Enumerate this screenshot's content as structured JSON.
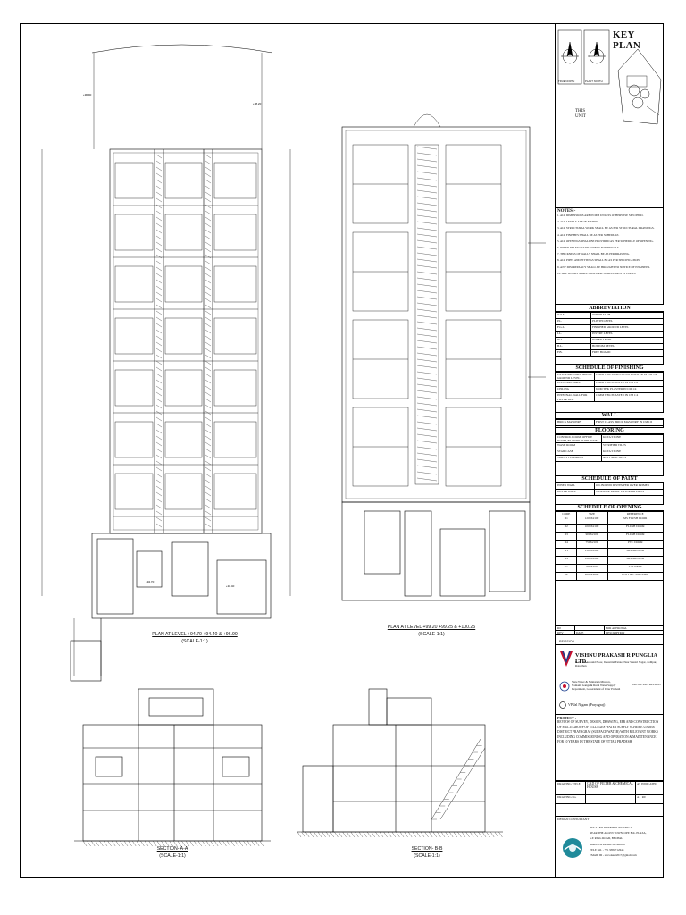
{
  "key_plan": {
    "title": "KEY PLAN",
    "true_north": "TRUE NORTH",
    "plant_north": "PLANT NORTH",
    "this_unit": "THIS UNIT"
  },
  "notes": {
    "heading": "NOTES:-",
    "lines": [
      "1. ALL DIMENSIONS ARE IN MM UNLESS OTHERWISE SPECIFIED.",
      "2. ALL LEVELS ARE IN METERS.",
      "3. ALL STRUCTURAL WORK SHALL BE AS PER STRUCTURAL DRAWINGS.",
      "4. ALL FINISHES SHALL BE AS PER SCHEDULE.",
      "5. ALL OPENINGS SHALL BE PROVIDED AS PER SCHEDULE OF OPENING.",
      "6. REFER RELEVANT DRAWINGS FOR DETAILS.",
      "7. THICKNESS OF WALLS SHALL BE AS PER DRAWING.",
      "8. ALL PIPES AND FITTINGS SHALL BE AS PER SPECIFICATION.",
      "9. ANY DISCREPANCY SHALL BE BROUGHT TO NOTICE OF ENGINEER.",
      "10. ALL WORKS SHALL CONFORM TO RELEVANT IS CODES."
    ]
  },
  "abbreviation": {
    "heading": "ABBREVIATION",
    "rows": [
      [
        "T.O.S",
        "TOP OF SLAB"
      ],
      [
        "P.L.",
        "PLINTH LEVEL"
      ],
      [
        "F.G.L.",
        "FINISHED GROUND LEVEL"
      ],
      [
        "I.L.",
        "INVERT LEVEL"
      ],
      [
        "W.L.",
        "WATER LEVEL"
      ],
      [
        "B.L.",
        "BOTTOM LEVEL"
      ],
      [
        "F.B.",
        "FREE BOARD"
      ]
    ]
  },
  "finishing": {
    "heading": "SCHEDULE OF FINISHING",
    "rows": [
      [
        "EXTERNAL WALL ABOVE GROUND LEVEL",
        "12MM THK SAND FACED PLASTER IN CM 1:4"
      ],
      [
        "INTERNAL WALL",
        "12MM THK PLASTER IN CM 1:6"
      ],
      [
        "CEILING",
        "6MM THK PLASTER IN CM 1:4"
      ],
      [
        "INTERNAL WALL FOR FILTER BED",
        "15MM THK PLASTER IN CM 1:4"
      ]
    ]
  },
  "wall": {
    "heading": "WALL",
    "rows": [
      [
        "BRICK MASONRY",
        "FIRST CLASS BRICK MASONRY IN CM 1:6"
      ]
    ]
  },
  "flooring": {
    "heading": "FLOORING",
    "rows": [
      [
        "CONTROL ROOM, OFFICE ROOM, BLOWER PUMP ROOM",
        "KOTA STONE"
      ],
      [
        "WASH ROOM",
        "VITRIFIED TILES"
      ],
      [
        "STAIRCASE",
        "KOTA STONE"
      ],
      [
        "TOILET FLOORING",
        "ANTI SKID TILES"
      ]
    ]
  },
  "paint": {
    "heading": "SCHEDULE OF PAINT",
    "rows": [
      [
        "INNER WALL",
        "OIL BOUND DISTEMPER OVER PRIMER"
      ],
      [
        "OUTER WALL",
        "WEATHER PROOF EXTERIOR PAINT"
      ]
    ]
  },
  "opening": {
    "heading": "SCHEDULE OF OPENING",
    "cols": [
      "CODE",
      "SIZE",
      "REFERENCE"
    ],
    "rows": [
      [
        "D1",
        "1200X2100",
        "MS FLUSH DOOR"
      ],
      [
        "D2",
        "1000X2100",
        "FLUSH DOOR"
      ],
      [
        "D3",
        "900X2100",
        "FLUSH DOOR"
      ],
      [
        "D4",
        "750X2100",
        "PVC DOOR"
      ],
      [
        "W1",
        "1500X1200",
        "ALUMINIUM"
      ],
      [
        "W2",
        "1200X1200",
        "ALUMINIUM"
      ],
      [
        "V1",
        "600X450",
        "LOUVERS"
      ],
      [
        "RS",
        "3000X3000",
        "ROLLING SHUTTER"
      ]
    ]
  },
  "revision": {
    "label": "REVISION",
    "row1": [
      "R0",
      "FOR APPROVAL"
    ],
    "row2": [
      "REV",
      "DATE",
      "DESCRIPTION"
    ]
  },
  "contractor": {
    "name": "VISHNU PRAKASH R PUNGLIA LTD.",
    "address": "B-31, 3rd Ground Floor, Industrial Estate, Near Shastri Nagar, Jodhpur, Rajasthan",
    "owner": "State Water & Sanitation Mission, Namami Gange & Rural Water Supply Department, Government of Uttar Pradesh",
    "jal": "JAL JEEVAN MISSION",
    "district": "VP Jal Nigam (Prayagraj)"
  },
  "project": {
    "label": "PROJECT :",
    "text": "REVIEW OF SURVEY, DESIGN, DRAWING, EPR AND CONSTRUCTION OF MULTI GROUP OF VILLAGES WATER SUPPLY SCHEME UNDER DISTRICT PRAYAGRAJ (SURFACE WATER) WITH RELEVANT WORKS INCLUDING COMMISSIONING AND OPERATION & MAINTENANCE FOR 10 YEARS IN THE STATE OF UTTAR PRADESH"
  },
  "drawing": {
    "title": "GAD OF FILTER & CHEMICAL HOUSE",
    "label": "DRAWING TITLE",
    "no_label": "DRAWING No.",
    "scale": "AS INDICATED",
    "size": "A1",
    "rev": "R0"
  },
  "consultant": {
    "label": "DESIGN CONSULTANT",
    "lines": [
      "M/s. SVRH BHARATH SECURITY",
      "NEAR THE ALLEN TOWN, OPP. B.K. PLAZA,",
      "S.P. RING ROAD, BHOPAL,",
      "MADHYA PRADESH-462026",
      "TELE NO. - +91 9856712648",
      "EMAIL ID - svrconsult2017@gmail.com"
    ]
  },
  "captions": {
    "plan1": "PLAN AT LEVEL +94.70 +94.40 & +96.90",
    "plan2": "PLAN AT LEVEL +99.20 +99.25 & +100.25",
    "secA": "SECTION- A-A",
    "secB": "SECTION- B-B",
    "scale": "(SCALE-1:1)"
  }
}
